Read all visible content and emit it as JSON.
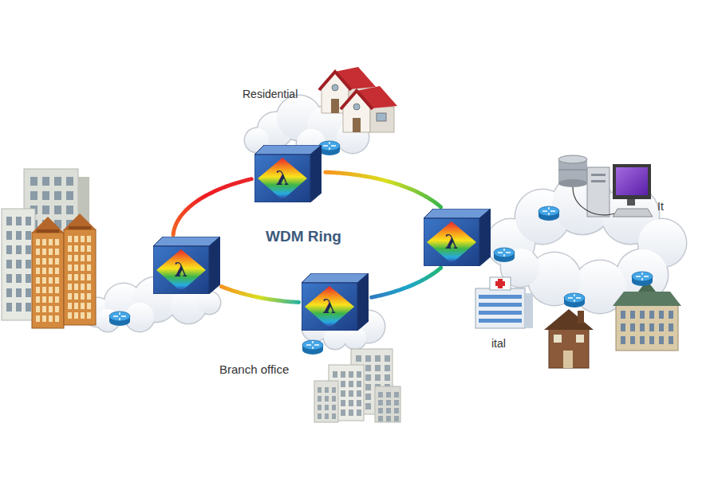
{
  "diagram": {
    "nodes": [
      {
        "text": [
          "λ"
        ]
      },
      {
        "text": [
          "λ"
        ]
      },
      {
        "text": [
          "λ"
        ]
      },
      {
        "text": [
          "λ"
        ]
      }
    ],
    "edges": [
      {
        "from": 0,
        "to": 2,
        "arrow": "none"
      },
      {
        "from": 2,
        "to": 3,
        "arrow": "none"
      },
      {
        "from": 3,
        "to": 1,
        "arrow": "none"
      },
      {
        "from": 1,
        "to": 0,
        "arrow": "none"
      }
    ],
    "labels": [
      "Residential",
      "WDM Ring",
      "It",
      "ital",
      "Branch office"
    ]
  }
}
